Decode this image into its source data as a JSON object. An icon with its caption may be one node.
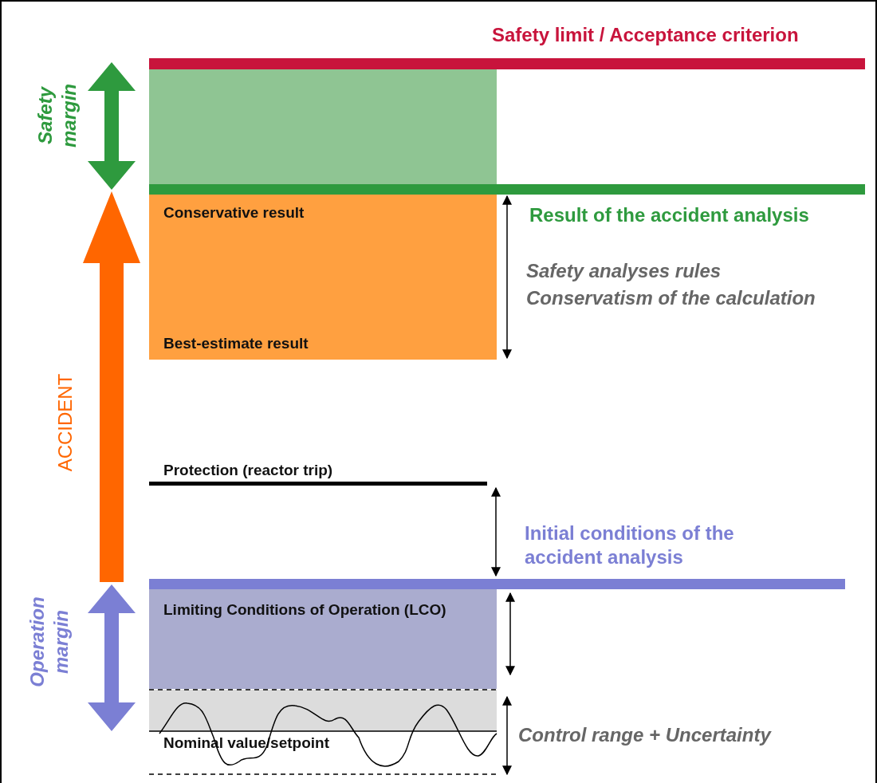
{
  "diagram": {
    "nodes": [
      {
        "text": [],
        "shape": "box"
      },
      {
        "text": [
          "Conservative result",
          "Best-estimate result"
        ]
      },
      {
        "text": [
          "Limiting Conditions of Operation (LCO)"
        ]
      },
      {
        "text": [
          "Nominal value/setpoint"
        ]
      }
    ],
    "labels": [
      "Safety limit / Acceptance criterion",
      "Safety margin",
      "Result of the accident analysis",
      "Safety analyses rules",
      "Conservatism of the calculation",
      "ACCIDENT",
      "Protection (reactor trip)",
      "Initial conditions of the accident analysis",
      "Operation margin",
      "Control range + Uncertainty"
    ]
  }
}
